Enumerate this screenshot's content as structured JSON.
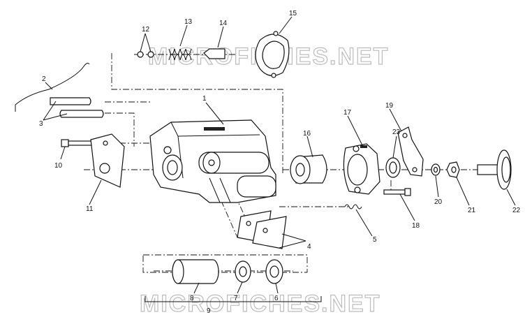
{
  "watermark": "MICROFICHES.NET",
  "labels": [
    "1",
    "2",
    "3",
    "4",
    "5",
    "6",
    "7",
    "8",
    "9",
    "10",
    "11",
    "12",
    "13",
    "14",
    "15",
    "16",
    "17",
    "18",
    "19",
    "20",
    "21",
    "22",
    "23"
  ]
}
